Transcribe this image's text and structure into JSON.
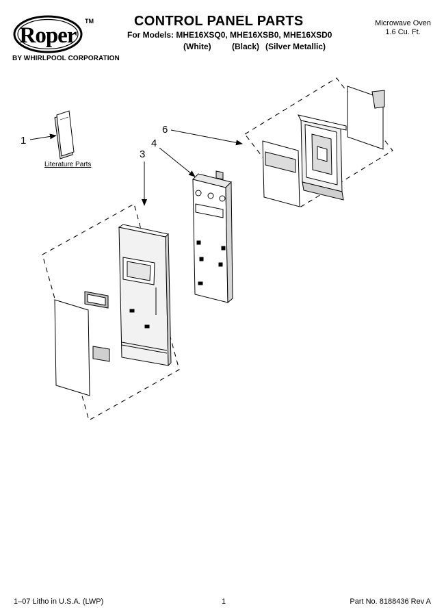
{
  "brand": {
    "logo_text": "Roper",
    "trademark": "TM",
    "subtitle": "BY WHIRLPOOL CORPORATION"
  },
  "header": {
    "title": "CONTROL PANEL PARTS",
    "models_line": "For Models: MHE16XSQ0, MHE16XSB0, MHE16XSD0",
    "colors": [
      "(White)",
      "(Black)",
      "(Silver Metallic)"
    ]
  },
  "product": {
    "type": "Microwave Oven",
    "capacity": "1.6 Cu. Ft."
  },
  "diagram": {
    "callouts": [
      "1",
      "3",
      "4",
      "6"
    ],
    "literature_label": "Literature Parts"
  },
  "footer": {
    "left": "1–07 Litho in U.S.A. (LWP)",
    "center": "1",
    "right": "Part No. 8188436 Rev A"
  }
}
